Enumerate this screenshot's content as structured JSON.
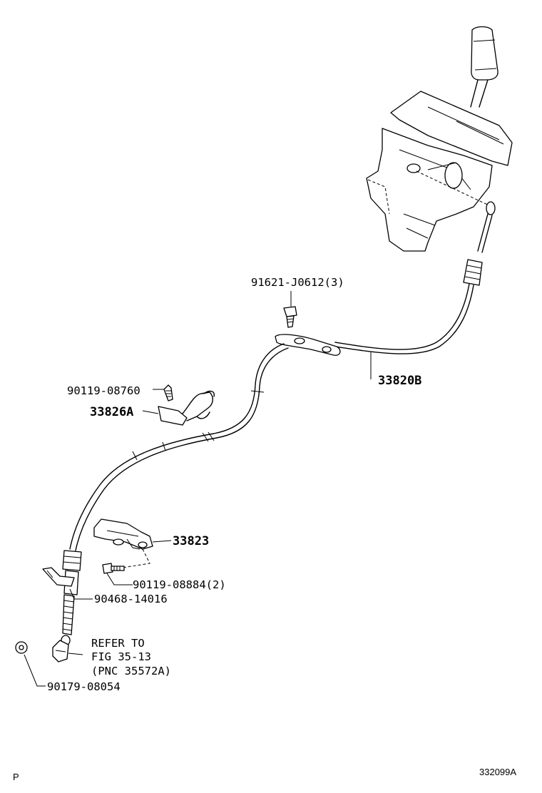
{
  "labels": {
    "p_91621": "91621-J0612(3)",
    "p_33820b": "33820B",
    "p_90119_08760": "90119-08760",
    "p_33826a": "33826A",
    "p_33823": "33823",
    "p_90119_08884": "90119-08884(2)",
    "p_90468": "90468-14016",
    "refer_line1": "REFER TO",
    "refer_line2": "FIG 35-13",
    "refer_line3": "(PNC 35572A)",
    "p_90179": "90179-08054"
  },
  "footer": {
    "corner_mark": "P",
    "figure_code": "332099A"
  }
}
